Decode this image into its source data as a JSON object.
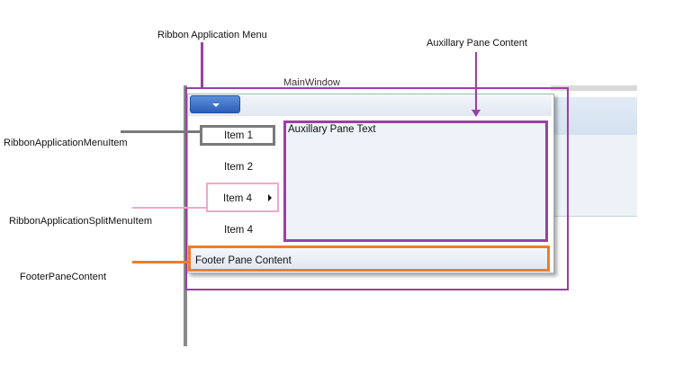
{
  "annotations": {
    "ribbon_application_menu": "Ribbon Application Menu",
    "auxillary_pane_content": "Auxillary Pane Content",
    "ribbon_application_menu_item": "RibbonApplicationMenuItem",
    "ribbon_application_split_menu_item": "RibbonApplicationSplitMenuItem",
    "footer_pane_content": "FooterPaneContent"
  },
  "window": {
    "title": "MainWindow"
  },
  "menu": {
    "items": [
      {
        "label": "Item 1"
      },
      {
        "label": "Item 2"
      },
      {
        "label": "Item 4"
      },
      {
        "label": "Item 4"
      }
    ],
    "auxiliary_pane_text": "Auxillary Pane Text",
    "footer_text": "Footer Pane Content"
  },
  "colors": {
    "application_menu_highlight": "#9b3fa5",
    "menu_item_highlight": "#7a7a7a",
    "split_menu_item_highlight": "#f4a6c9",
    "footer_highlight": "#ef7c2a",
    "app_button": "#2c5eb8"
  },
  "icons": {
    "app_button": "chevron-down-icon",
    "split_item": "submenu-arrow-icon"
  }
}
